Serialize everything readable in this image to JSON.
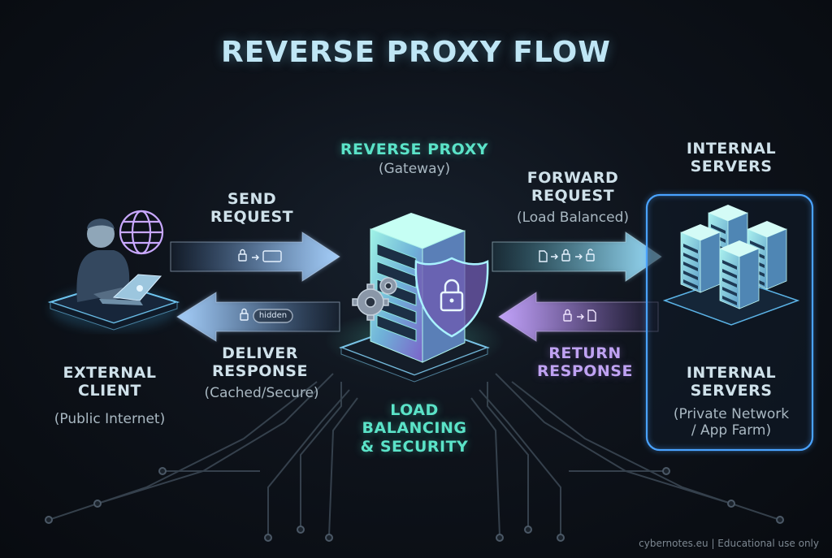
{
  "title": "REVERSE PROXY FLOW",
  "proxy": {
    "title": "REVERSE PROXY",
    "subtitle": "(Gateway)",
    "function_label": "LOAD\nBALANCING\n& SECURITY"
  },
  "internal_servers": {
    "top_label": "INTERNAL\nSERVERS",
    "label": "INTERNAL\nSERVERS",
    "subtitle": "(Private Network\n/ App Farm)"
  },
  "client": {
    "label": "EXTERNAL\nCLIENT",
    "subtitle": "(Public Internet)"
  },
  "arrows": {
    "send_request": {
      "label": "SEND\nREQUEST"
    },
    "deliver_response": {
      "label": "DELIVER\nRESPONSE",
      "sublabel": "(Cached/Secure)",
      "chip": "hidden"
    },
    "forward_request": {
      "label": "FORWARD\nREQUEST",
      "sublabel": "(Load Balanced)"
    },
    "return_response": {
      "label": "RETURN\nRESPONSE"
    }
  },
  "footer": "cybernotes.eu | Educational use only",
  "colors": {
    "background": "#0b0f16",
    "teal": "#5be3c8",
    "blue": "#9fd0ff",
    "violet": "#b99af0",
    "white_text": "#cfe1ea"
  },
  "icons": [
    "globe-icon",
    "user-with-laptop-icon",
    "server-rack-icon",
    "gear-icon",
    "shield-lock-icon",
    "server-cluster-icon",
    "lock-icon",
    "document-icon",
    "unlock-icon"
  ]
}
